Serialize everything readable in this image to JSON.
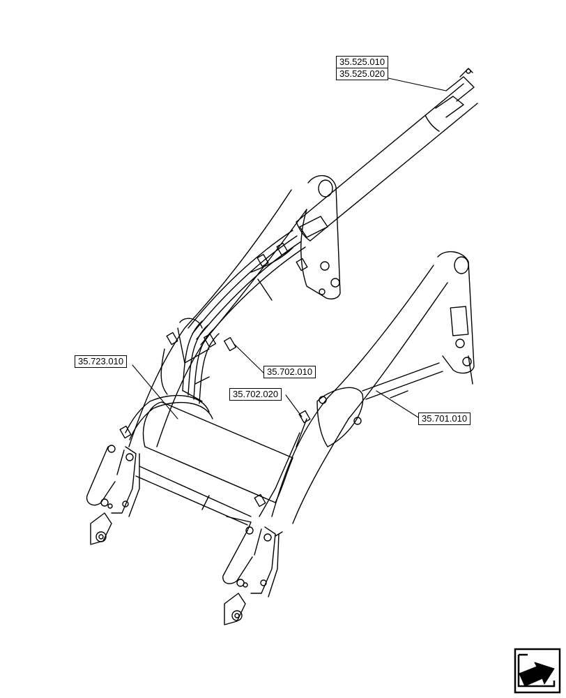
{
  "callouts": {
    "ref_35_525_010": "35.525.010",
    "ref_35_525_020": "35.525.020",
    "ref_35_723_010": "35.723.010",
    "ref_35_702_010": "35.702.010",
    "ref_35_702_020": "35.702.020",
    "ref_35_701_010": "35.701.010"
  },
  "icons": {
    "nav": "arrow-icon"
  }
}
